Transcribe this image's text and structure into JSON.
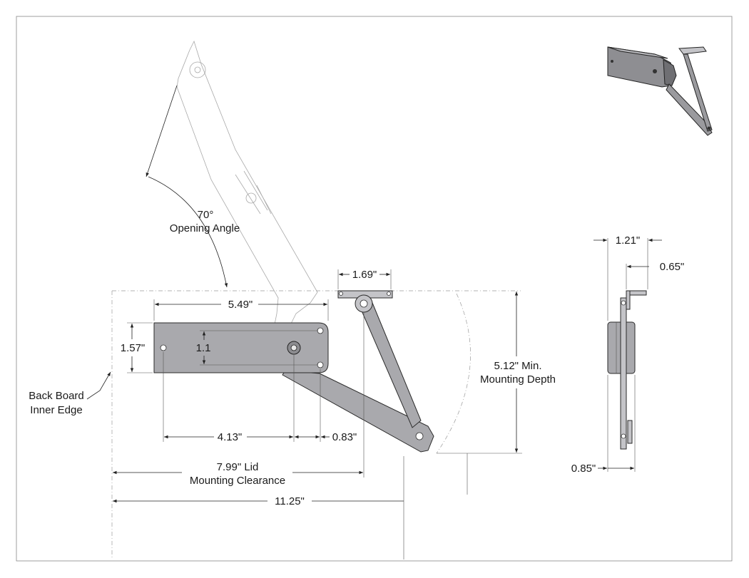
{
  "labels": {
    "opening_angle_value": "70°",
    "opening_angle_text": "Opening Angle",
    "width_549": "5.49\"",
    "height_157": "1.57\"",
    "hole_spacing_11": "1.1",
    "top_link_169": "1.69\"",
    "dim_413": "4.13\"",
    "dim_083": "0.83\"",
    "lid_clearance_value": "7.99\" Lid",
    "lid_clearance_text": "Mounting Clearance",
    "total_1125": "11.25\"",
    "mount_depth_value": "5.12\" Min.",
    "mount_depth_text": "Mounting Depth",
    "back_board_line1": "Back Board",
    "back_board_line2": "Inner Edge",
    "side_121": "1.21\"",
    "side_065": "0.65\"",
    "side_085": "0.85\""
  },
  "colors": {
    "part_fill": "#a9a9ad",
    "part_stroke": "#2a2a2a",
    "ghost_line": "#9a9a9a",
    "dimension_line": "#222222"
  }
}
